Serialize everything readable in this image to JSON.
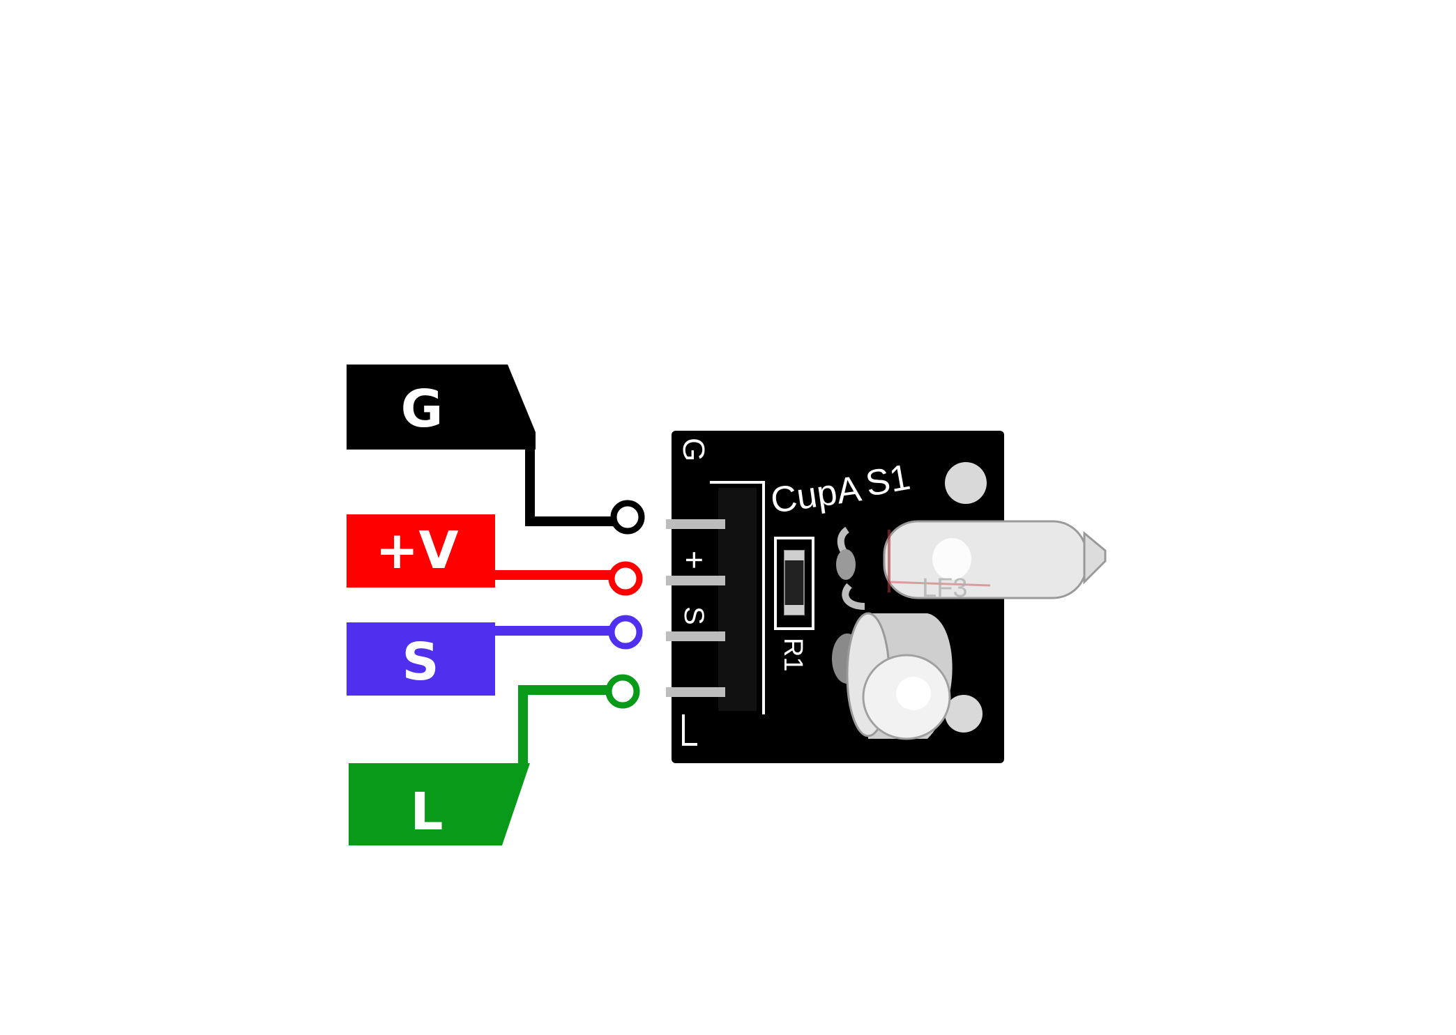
{
  "pins": [
    {
      "id": "g",
      "label": "G",
      "color": "#000000",
      "text_color": "#ffffff",
      "silkscreen": "G"
    },
    {
      "id": "v",
      "label": "+V",
      "color": "#ff0000",
      "text_color": "#ffffff",
      "silkscreen": "+"
    },
    {
      "id": "s",
      "label": "S",
      "color": "#5030ee",
      "text_color": "#ffffff",
      "silkscreen": "S"
    },
    {
      "id": "l",
      "label": "L",
      "color": "#0a9a1a",
      "text_color": "#ffffff",
      "silkscreen": "L"
    }
  ],
  "board": {
    "color": "#000000",
    "silk_color": "#ffffff",
    "cup_label": "CupA",
    "switch_label": "S1",
    "resistor_label": "R1",
    "tube_marking": "LF3"
  },
  "background_color": "#ffffff"
}
